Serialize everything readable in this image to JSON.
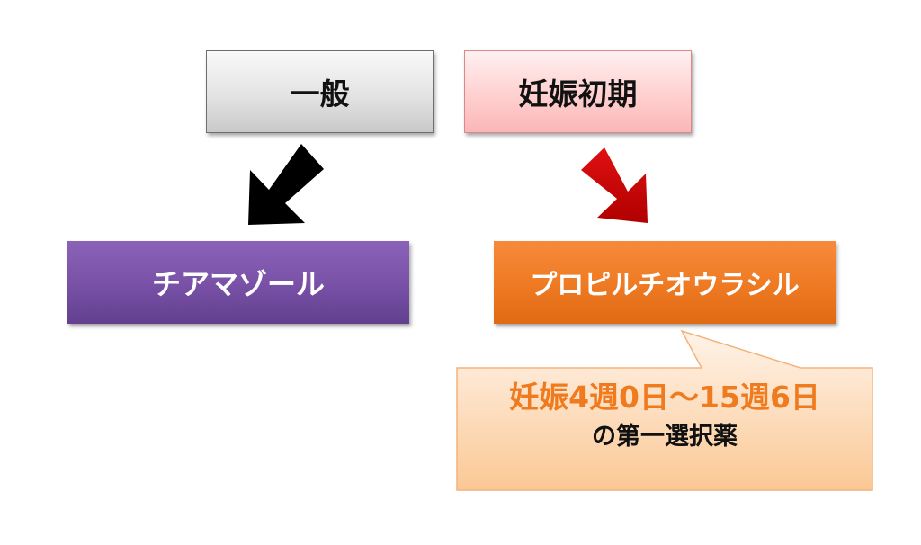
{
  "diagram": {
    "general_label": "一般",
    "early_pregnancy_label": "妊娠初期",
    "thiamazole_label": "チアマゾール",
    "ptu_label": "プロピルチオウラシル",
    "callout": {
      "line1": "妊娠4週0日～15週6日",
      "line2": "の第一選択薬"
    }
  },
  "colors": {
    "general_arrow": "#000000",
    "early_arrow": "#c00000",
    "thiamazole_box": "#7a52a8",
    "ptu_box": "#f07b25",
    "callout_fill": "#fdd0a8",
    "callout_accent_text": "#f07b1e"
  }
}
